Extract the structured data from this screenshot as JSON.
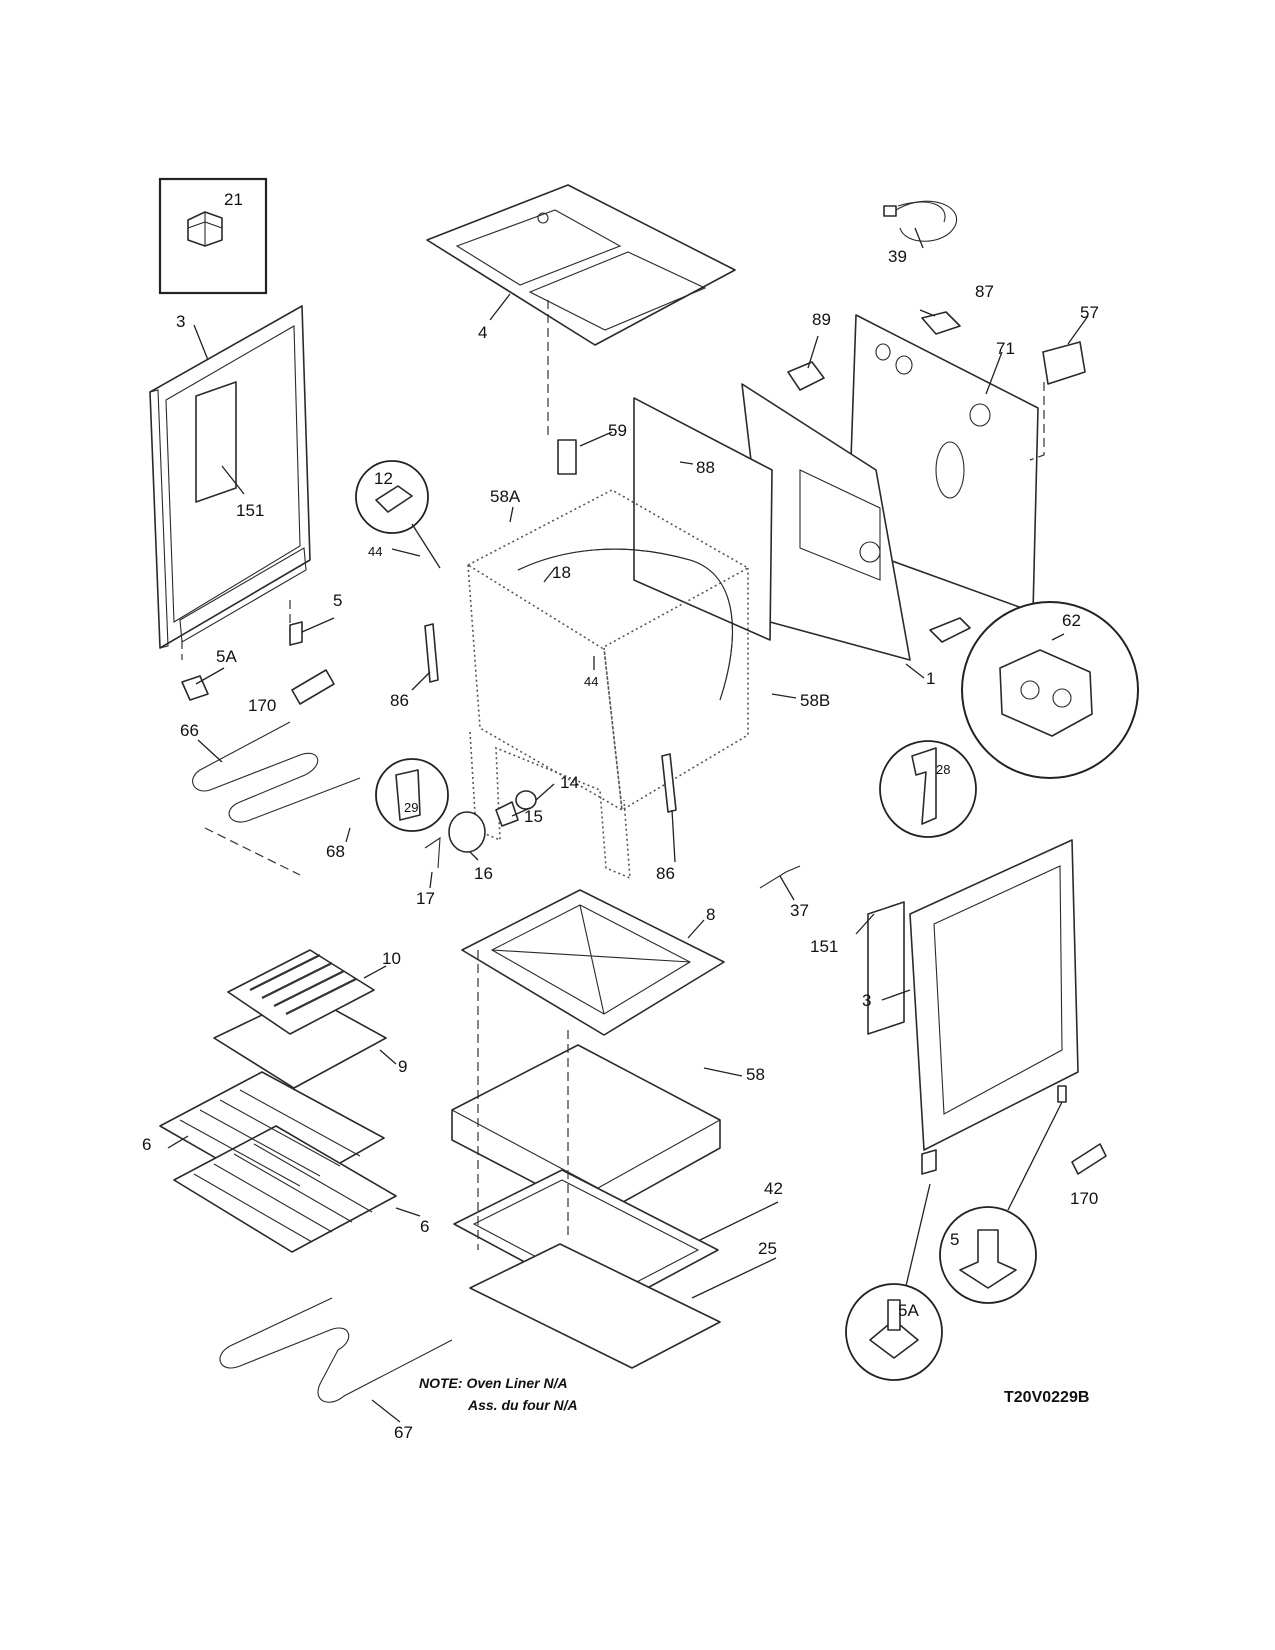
{
  "labels": {
    "p21": "21",
    "p3_left": "3",
    "p151_left": "151",
    "p5_left": "5",
    "p5A_left": "5A",
    "p170_left": "170",
    "p4": "4",
    "p39": "39",
    "p87": "87",
    "p57": "57",
    "p89": "89",
    "p71": "71",
    "p59": "59",
    "p88": "88",
    "p12": "12",
    "p58A": "58A",
    "p44_top": "44",
    "p18": "18",
    "p44_mid": "44",
    "p86_left": "86",
    "p58B": "58B",
    "p1": "1",
    "p62": "62",
    "p66": "66",
    "p29": "29",
    "p14": "14",
    "p15": "15",
    "p68": "68",
    "p86_right": "86",
    "p16": "16",
    "p17": "17",
    "p28": "28",
    "p37": "37",
    "p8": "8",
    "p151_right": "151",
    "p10": "10",
    "p9": "9",
    "p3_right": "3",
    "p6_top": "6",
    "p58": "58",
    "p42": "42",
    "p6_bottom": "6",
    "p170_right": "170",
    "p5_right": "5",
    "p25": "25",
    "p5A_right": "5A",
    "p67": "67"
  },
  "note": {
    "line1": "NOTE: Oven Liner N/A",
    "line2": "Ass. du four N/A"
  },
  "diagram_code": "T20V0229B"
}
